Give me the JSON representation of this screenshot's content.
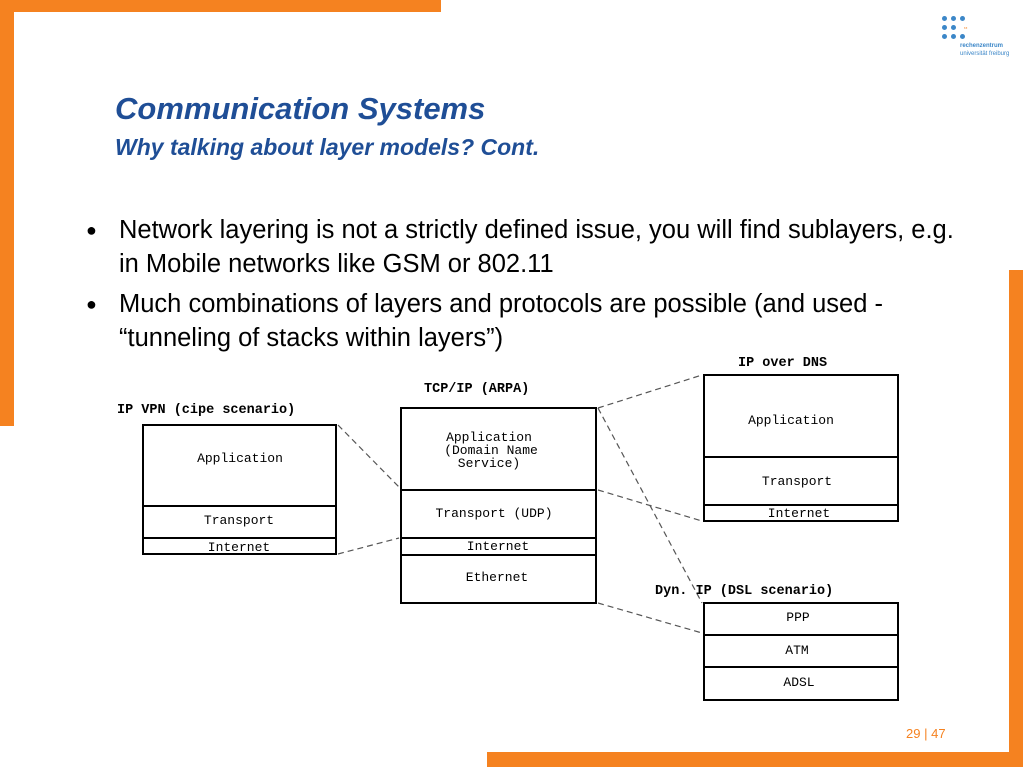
{
  "colors": {
    "accent": "#f58220",
    "title": "#1f4e96",
    "logo": "#3c87c8"
  },
  "logo": {
    "line1": "rechenzentrum",
    "line2": "universität freiburg",
    "small": "rz"
  },
  "header": {
    "title": "Communication Systems",
    "subtitle": "Why talking about layer models? Cont."
  },
  "bullets": [
    "Network layering is not a strictly defined issue, you will find sublayers, e.g. in Mobile networks like GSM or 802.11",
    "Much combinations of layers and protocols are possible (and used - “tunneling of stacks within layers”)"
  ],
  "diagram": {
    "ip_vpn": {
      "heading": "IP VPN (cipe scenario)",
      "layers": [
        "Application",
        "Transport",
        "Internet"
      ]
    },
    "tcp_ip": {
      "heading": "TCP/IP (ARPA)",
      "application_lines": [
        "Application",
        "(Domain Name",
        "Service)"
      ],
      "layers": [
        "Transport (UDP)",
        "Internet",
        "Ethernet"
      ]
    },
    "ip_over_dns": {
      "heading": "IP over DNS",
      "layers": [
        "Application",
        "Transport",
        "Internet"
      ]
    },
    "dyn_ip": {
      "heading": "Dyn. IP (DSL scenario)",
      "layers": [
        "PPP",
        "ATM",
        "ADSL"
      ]
    }
  },
  "footer": {
    "page_current": "29",
    "separator": "|",
    "page_total": "47"
  }
}
